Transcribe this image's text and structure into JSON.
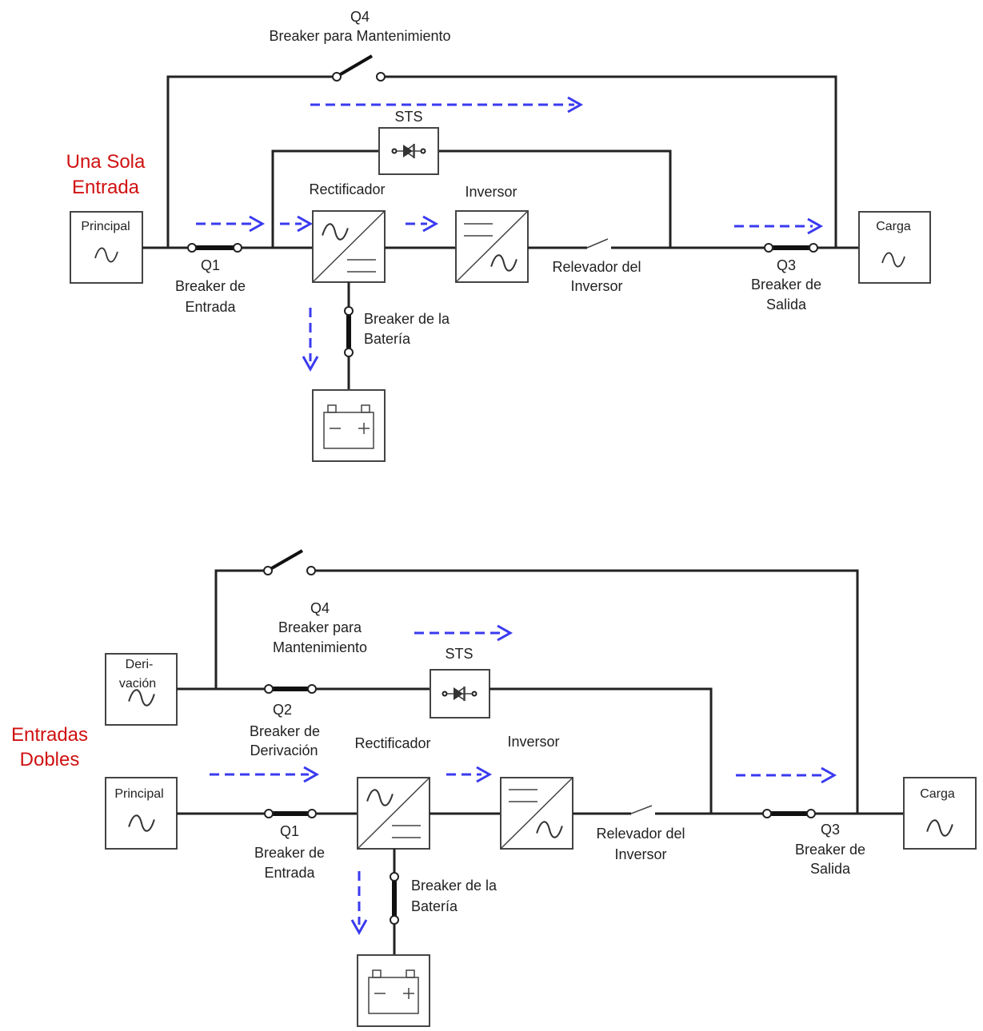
{
  "single": {
    "title_line1": "Una Sola",
    "title_line2": "Entrada",
    "q4_tag": "Q4",
    "q4_desc": "Breaker para Mantenimiento",
    "sts": "STS",
    "rectifier": "Rectificador",
    "inverter": "Inversor",
    "main": "Principal",
    "load": "Carga",
    "q1_tag": "Q1",
    "q1_desc1": "Breaker de",
    "q1_desc2": "Entrada",
    "relay1": "Relevador del",
    "relay2": "Inversor",
    "q3_tag": "Q3",
    "q3_desc1": "Breaker de",
    "q3_desc2": "Salida",
    "battery1": "Breaker de la",
    "battery2": "Batería"
  },
  "dual": {
    "title_line1": "Entradas",
    "title_line2": "Dobles",
    "q4_tag": "Q4",
    "q4_desc1": "Breaker para",
    "q4_desc2": "Mantenimiento",
    "sts": "STS",
    "bypass1": "Deri-",
    "bypass2": "vación",
    "q2_tag": "Q2",
    "q2_desc1": "Breaker de",
    "q2_desc2": "Derivación",
    "rectifier": "Rectificador",
    "inverter": "Inversor",
    "main": "Principal",
    "load": "Carga",
    "q1_tag": "Q1",
    "q1_desc1": "Breaker de",
    "q1_desc2": "Entrada",
    "relay1": "Relevador del",
    "relay2": "Inversor",
    "q3_tag": "Q3",
    "q3_desc1": "Breaker de",
    "q3_desc2": "Salida",
    "battery1": "Breaker de la",
    "battery2": "Batería"
  },
  "colors": {
    "title": "#d01010",
    "flow_arrow": "#3a3af0",
    "wire": "#222222"
  }
}
